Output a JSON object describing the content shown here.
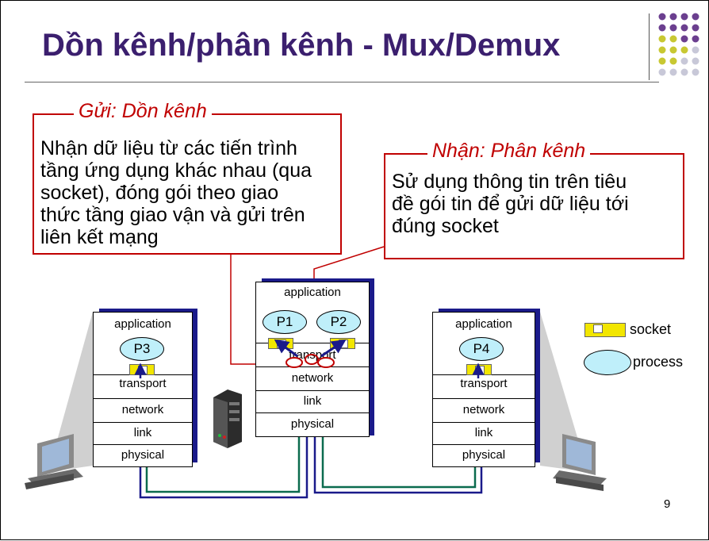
{
  "slide": {
    "title": "Dồn kênh/phân kênh - Mux/Demux",
    "page_number": "9"
  },
  "send_box": {
    "label": "Gửi: Dồn kênh",
    "lines": [
      "Nhận dữ liệu từ các tiến trình",
      "tầng ứng dụng khác nhau (qua",
      "socket), đóng gói theo giao",
      "thức tầng giao vận và gửi trên",
      "liên kết mạng"
    ]
  },
  "receive_box": {
    "label": "Nhận: Phân kênh",
    "lines": [
      "Sử dụng thông tin trên tiêu",
      "đề gói tin để gửi dữ liệu tới",
      "đúng socket"
    ]
  },
  "left_host": {
    "layers": [
      "application",
      "transport",
      "network",
      "link",
      "physical"
    ],
    "process": "P3"
  },
  "middle_host": {
    "layers": [
      "application",
      "transport",
      "network",
      "link",
      "physical"
    ],
    "processes": [
      "P1",
      "P2"
    ]
  },
  "right_host": {
    "layers": [
      "application",
      "transport",
      "network",
      "link",
      "physical"
    ],
    "process": "P4"
  },
  "legend": {
    "socket_label": "socket",
    "process_label": "process"
  },
  "colors": {
    "title": "#3b1f6e",
    "callout": "#c00000",
    "process_fill": "#bfeffa",
    "socket_fill": "#f2e600",
    "link_blue": "#1a1a8a",
    "link_green": "#0b6b4e",
    "dots_purple": "#6b3f8f",
    "dots_yellow": "#c8c832",
    "dots_gray": "#c8c8d8"
  }
}
